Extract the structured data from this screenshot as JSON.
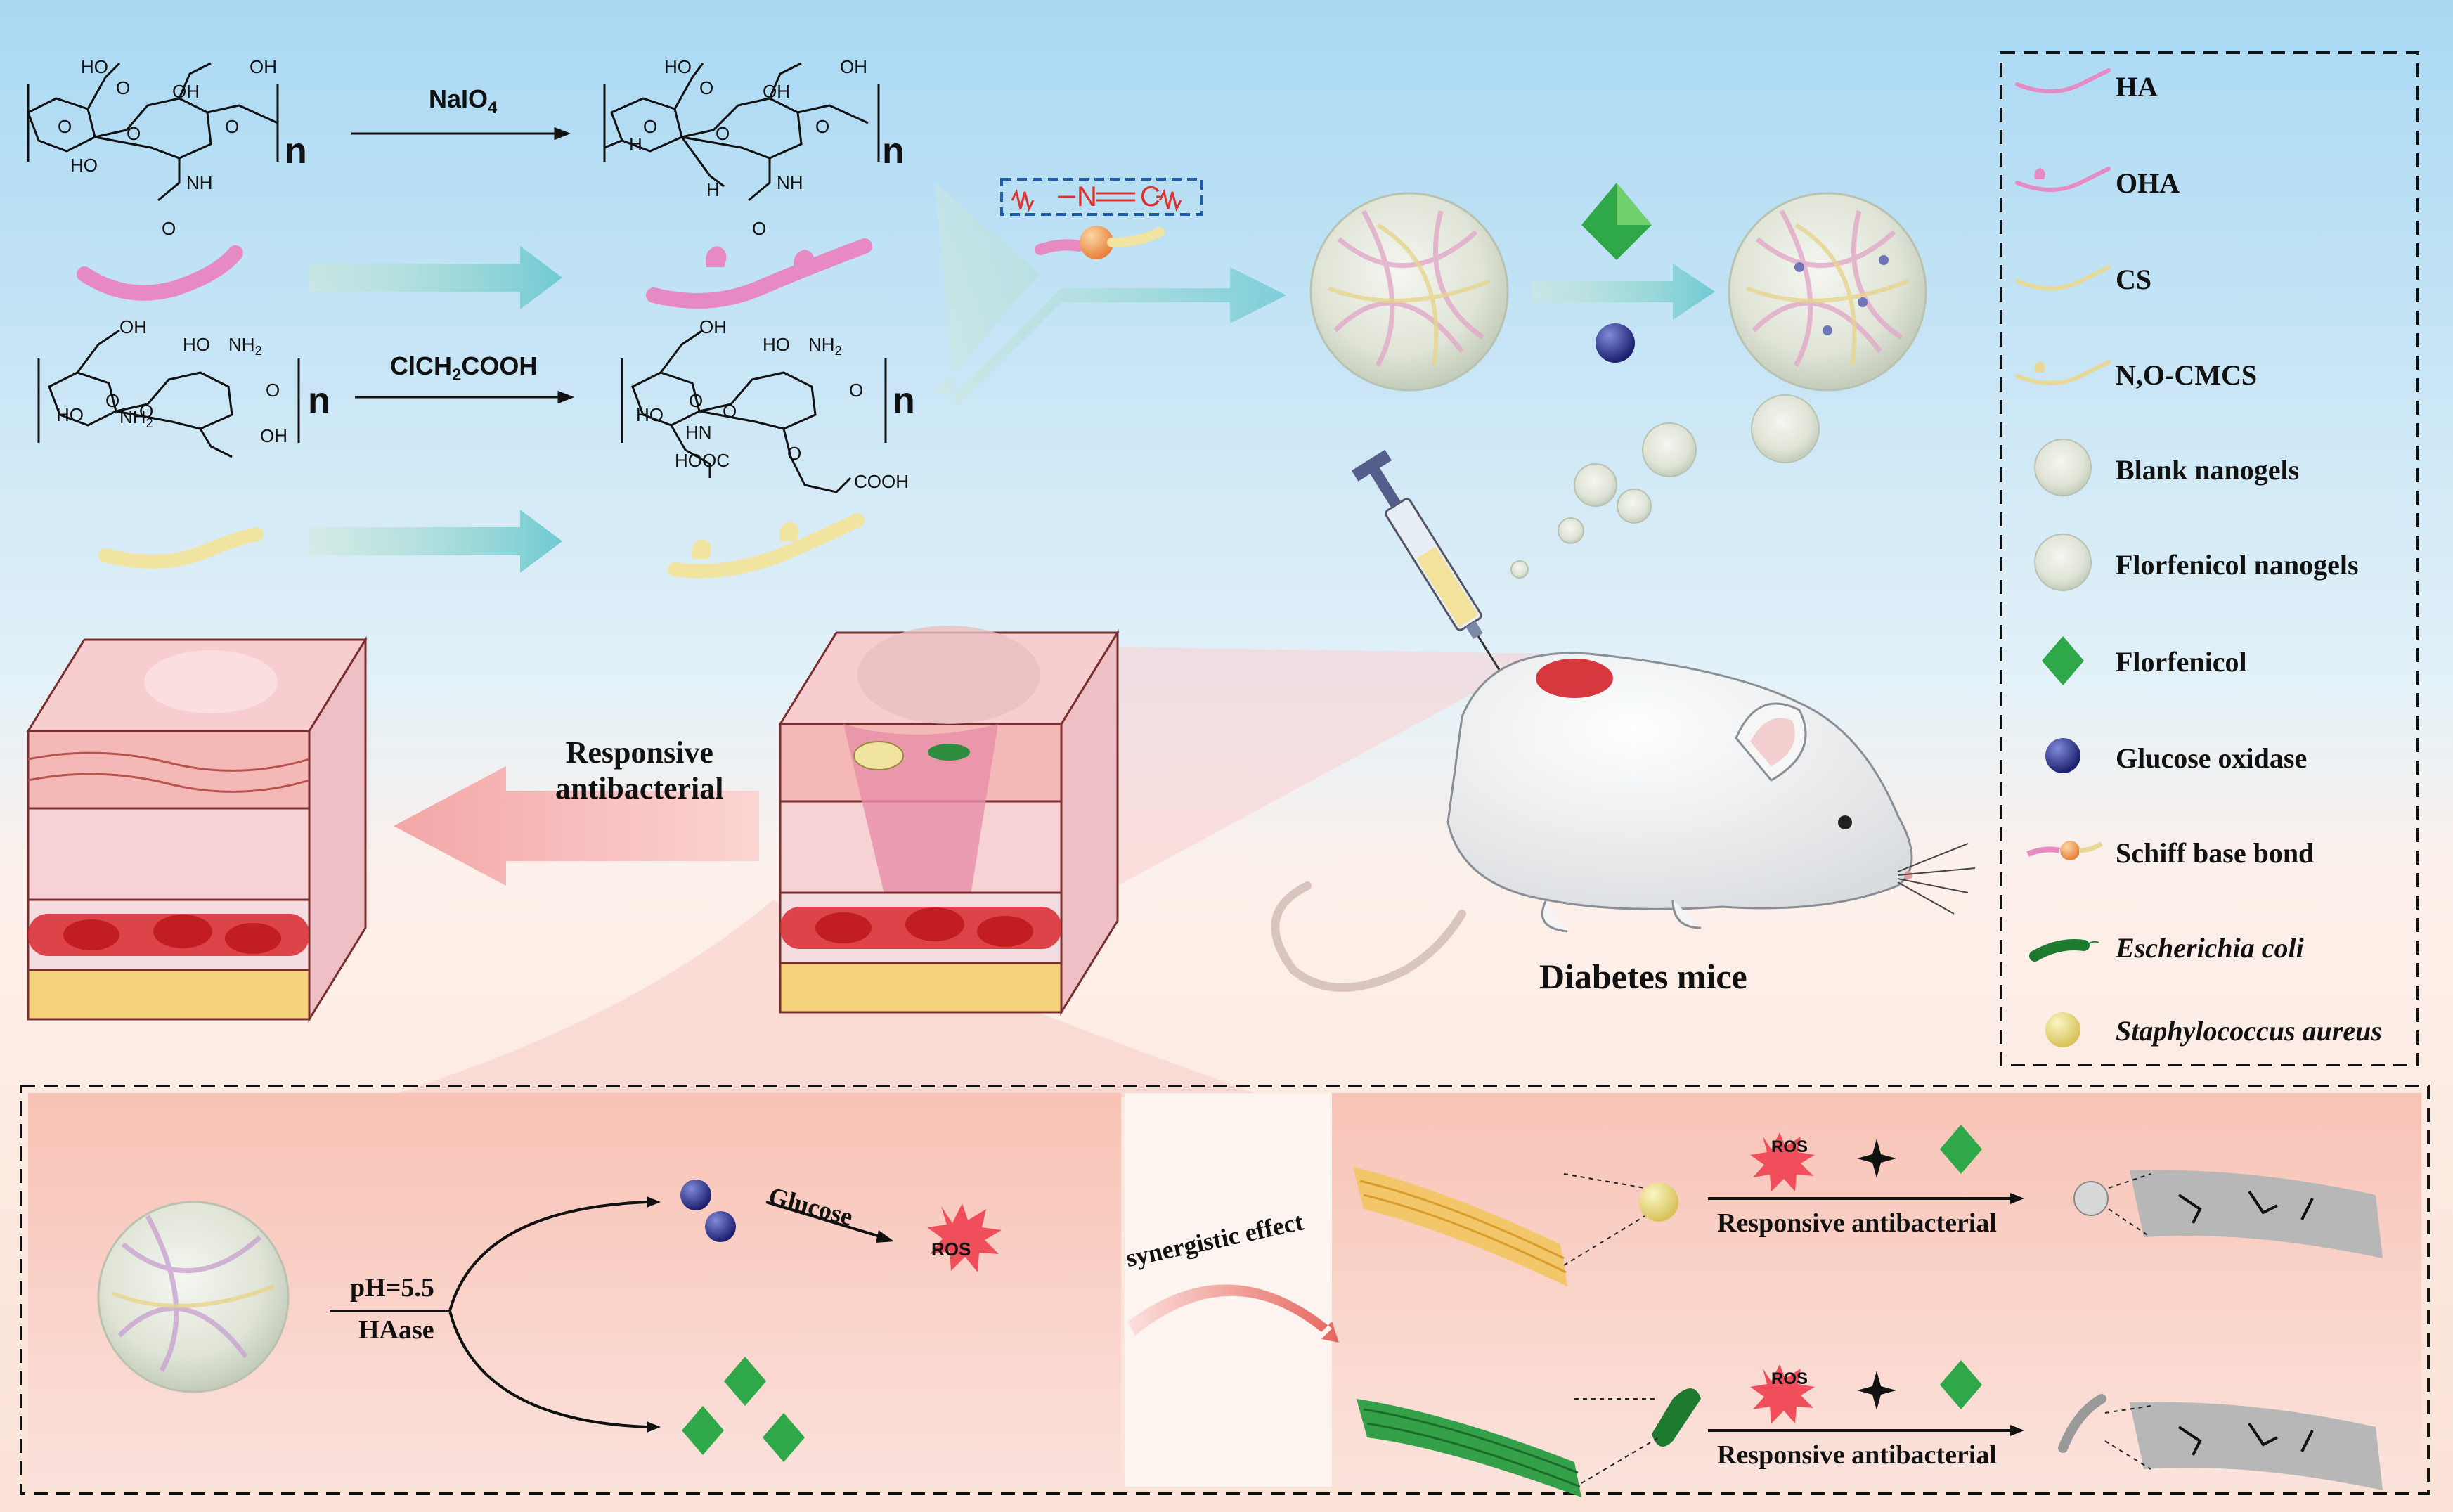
{
  "reagents": {
    "periodate": "NaIO",
    "periodate_sub": "4",
    "chloroacetic": "ClCH",
    "chloroacetic_sub": "2",
    "chloroacetic_tail": "COOH"
  },
  "chem_text": {
    "ha_oh1": "HO",
    "ha_o1": "O",
    "ha_oh2": "OH",
    "ha_o2": "O",
    "ha_o3": "O",
    "ha_o4": "O",
    "ha_ho": "HO",
    "ha_oh3": "OH",
    "ha_nh": "NH",
    "ha_o5": "O",
    "ha_n": "n",
    "oha_ho": "HO",
    "oha_o1": "O",
    "oha_oh": "OH",
    "oha_h1": "H",
    "oha_o2": "O",
    "oha_o3": "O",
    "oha_o4": "O",
    "oha_h2": "H",
    "oha_oh2": "OH",
    "oha_nh": "NH",
    "oha_o5": "O",
    "oha_n": "n",
    "cs_oh": "OH",
    "cs_ho1": "HO",
    "cs_nh2a": "NH",
    "cs_o1": "O",
    "cs_o2": "O",
    "cs_o3": "O",
    "cs_ho2": "HO",
    "cs_nh2b": "NH",
    "cs_oh2": "OH",
    "cs_n": "n",
    "cm_oh": "OH",
    "cm_ho1": "HO",
    "cm_nh2": "NH",
    "cm_o1": "O",
    "cm_o2": "O",
    "cm_o3": "O",
    "cm_ho2": "HO",
    "cm_hn": "HN",
    "cm_o4": "O",
    "cm_hooc": "HOOC",
    "cm_cooh": "COOH",
    "cm_n": "n",
    "schiff_n": "N",
    "schiff_c": "C"
  },
  "main_labels": {
    "responsive_antibacterial_top": "Responsive",
    "responsive_antibacterial_bottom": "antibacterial",
    "diabetes_mice": "Diabetes mice"
  },
  "legend": {
    "items": [
      {
        "label": "HA",
        "italic": false
      },
      {
        "label": "OHA",
        "italic": false
      },
      {
        "label": "CS",
        "italic": false
      },
      {
        "label": "N,O-CMCS",
        "italic": false
      },
      {
        "label": "Blank nanogels",
        "italic": false
      },
      {
        "label": "Florfenicol nanogels",
        "italic": false
      },
      {
        "label": "Florfenicol",
        "italic": false
      },
      {
        "label": "Glucose oxidase",
        "italic": false
      },
      {
        "label": "Schiff base bond",
        "italic": false
      },
      {
        "label": "Escherichia coli",
        "italic": true
      },
      {
        "label": "Staphylococcus aureus",
        "italic": true
      }
    ]
  },
  "bottom_panel": {
    "ph_label": "pH=5.5",
    "enzyme_label": "HAase",
    "glucose_label": "Glucose",
    "ros_label": "ROS",
    "synergy_label": "synergistic effect",
    "ros_s_aureus": "ROS",
    "ros_e_coli": "ROS",
    "responsive_s_aureus": "Responsive antibacterial",
    "responsive_e_coli": "Responsive antibacterial"
  },
  "colors": {
    "ha_pink": "#e377b3",
    "cs_yellow": "#f1e3a0",
    "florfenicol_green": "#2fa84a",
    "glucose_oxidase_blue": "#2a2f8a",
    "ros_red": "#f04e5a",
    "wound_red": "#d4232a",
    "bg_top_blue": "#a9d8f3",
    "bg_bottom_peach": "#fbe2d6"
  }
}
